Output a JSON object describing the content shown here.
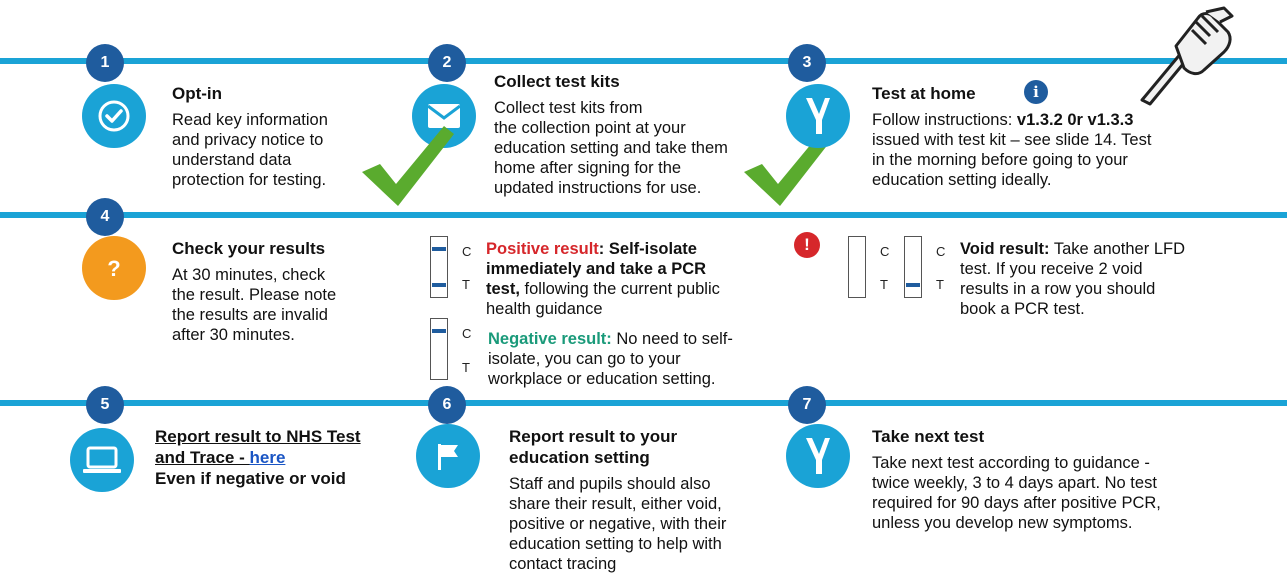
{
  "steps": [
    {
      "num": "1",
      "title": "Opt-in",
      "lines": [
        "Read key information",
        "and privacy notice to",
        "understand data",
        "protection for testing."
      ]
    },
    {
      "num": "2",
      "title": "Collect test kits",
      "lines": [
        "Collect test kits from",
        "the collection point at your",
        "education setting and take them",
        "home after signing for the",
        "updated instructions for use."
      ]
    },
    {
      "num": "3",
      "title": "Test at home",
      "body_pre": "Follow instructions: ",
      "body_bold": "v1.3.2 0r v1.3.3",
      "lines": [
        "issued with test kit – see slide 14. Test",
        "in the morning before going to your",
        "education setting ideally."
      ]
    },
    {
      "num": "4",
      "title": "Check your results",
      "lines": [
        "At 30 minutes, check",
        "the result. Please note",
        "the results are invalid",
        "after 30 minutes."
      ]
    },
    {
      "num": "5",
      "title_line1": "Report result to NHS Test",
      "title_line2_pre": "and Trace - ",
      "link": "here",
      "title_line3": "Even if negative or void"
    },
    {
      "num": "6",
      "title_line1": "Report result to your",
      "title_line2": "education setting",
      "lines": [
        "Staff and pupils should also",
        "share their result, either void,",
        "positive or negative, with their",
        "education setting to help with",
        "contact tracing"
      ]
    },
    {
      "num": "7",
      "title": "Take next test",
      "lines": [
        "Take next test according to guidance -",
        "twice weekly, 3 to 4 days apart. No test",
        "required for 90 days after positive PCR,",
        "unless you develop new symptoms."
      ]
    }
  ],
  "positive": {
    "label": "Positive result",
    "colon": ": ",
    "bold1": "Self-isolate",
    "bold2": "immediately and take a PCR",
    "bold3": "test,",
    "rest3": " following the current public",
    "line4": "health guidance"
  },
  "negative": {
    "label": "Negative result:",
    "rest1": " No need to self-",
    "line2": "isolate, you can go to your",
    "line3": "workplace or education setting."
  },
  "void": {
    "label": "Void result:",
    "rest1": " Take another LFD",
    "line2": "test. If you receive 2 void",
    "line3": "results in a row you should",
    "line4": "book a PCR test."
  },
  "strip_letters": {
    "c": "C",
    "t": "T"
  },
  "alert_symbol": "!",
  "info_symbol": "i",
  "colors": {
    "line": "#1aa3d6",
    "number": "#1f5c9e",
    "icon": "#1aa3d6",
    "orange": "#f39a1e",
    "tick": "#5aab2e",
    "positive": "#d6272b",
    "negative": "#1a9a7a"
  },
  "icons": [
    "check-icon",
    "envelope-icon",
    "test-swab-icon",
    "question-icon",
    "laptop-icon",
    "flag-icon",
    "test-swab-icon",
    "hand-pointer-icon",
    "checkmark-tick-icon"
  ]
}
